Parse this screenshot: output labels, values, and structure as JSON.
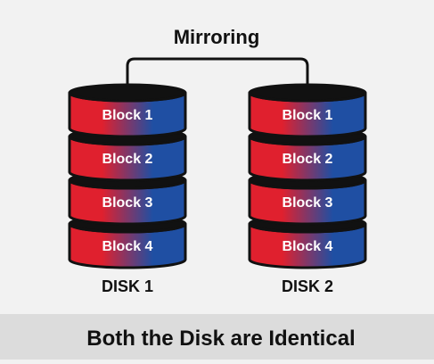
{
  "diagram": {
    "title": "Mirroring",
    "caption": "Both the Disk are Identical",
    "disks": [
      {
        "label": "DISK 1",
        "blocks": [
          "Block 1",
          "Block 2",
          "Block 3",
          "Block 4"
        ]
      },
      {
        "label": "DISK 2",
        "blocks": [
          "Block 1",
          "Block 2",
          "Block 3",
          "Block 4"
        ]
      }
    ]
  },
  "colors": {
    "red": "#e0202e",
    "blue": "#1f4fa3",
    "outline": "#111111",
    "background": "#f2f2f2",
    "caption_band": "#dcdcdc",
    "text_light": "#ffffff",
    "text_dark": "#111111"
  }
}
